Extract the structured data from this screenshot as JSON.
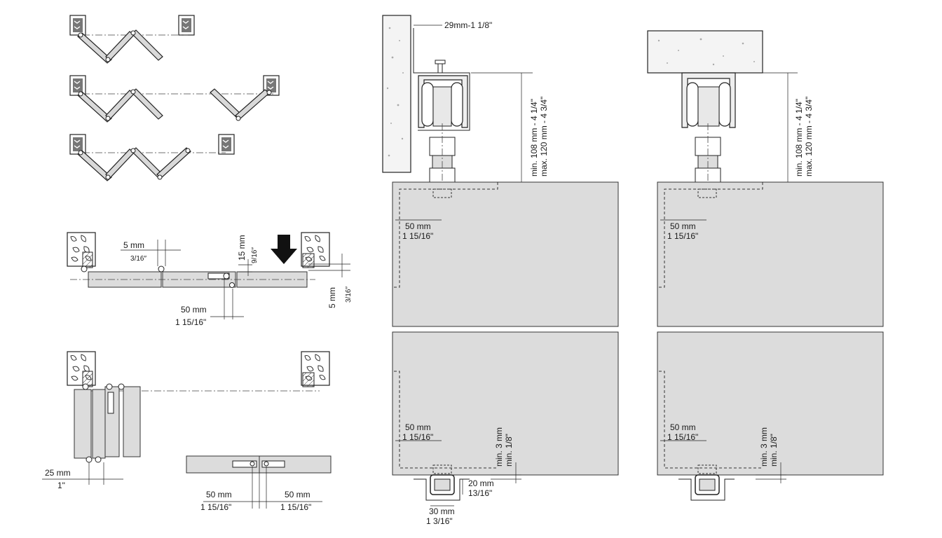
{
  "labels": {
    "bracket_offset": "29mm-1 1/8\"",
    "height_min_left": "min. 108 mm - 4 1/4\"",
    "height_max_left": "max. 120 mm - 4 3/4\"",
    "height_min_right": "min. 108 mm - 4 1/4\"",
    "height_max_right": "max. 120 mm - 4 3/4\"",
    "top_offset_left_mm": "50 mm",
    "top_offset_left_in": "1 15/16\"",
    "top_offset_right_mm": "50 mm",
    "top_offset_right_in": "1 15/16\"",
    "bottom_offset_left_mm": "50 mm",
    "bottom_offset_left_in": "1 15/16\"",
    "bottom_offset_right_mm": "50 mm",
    "bottom_offset_right_in": "1 15/16\"",
    "floor_gap_left_mm": "min. 3 mm",
    "floor_gap_left_in": "min. 1/8\"",
    "floor_gap_right_mm": "min. 3 mm",
    "floor_gap_right_in": "min. 1/8\"",
    "guide_height_mm": "20 mm",
    "guide_height_in": "13/16\"",
    "guide_width_mm": "30 mm",
    "guide_width_in": "1 3/16\"",
    "hinge_gap_mm": "5 mm",
    "hinge_gap_in_num": "3",
    "hinge_gap_in_den": "16",
    "drop_mm": "15 mm",
    "drop_in_num": "9",
    "drop_in_den": "16",
    "side_gap_mm": "5 mm",
    "side_gap_in_num": "3",
    "side_gap_in_den": "16",
    "pivot_offset_mm": "50 mm",
    "pivot_offset_in": "1 15/16\"",
    "stack_gap_mm": "25 mm",
    "stack_gap_in": "1\"",
    "joint_left_mm": "50 mm",
    "joint_left_in": "1 15/16\"",
    "joint_right_mm": "50 mm",
    "joint_right_in": "1 15/16\""
  }
}
